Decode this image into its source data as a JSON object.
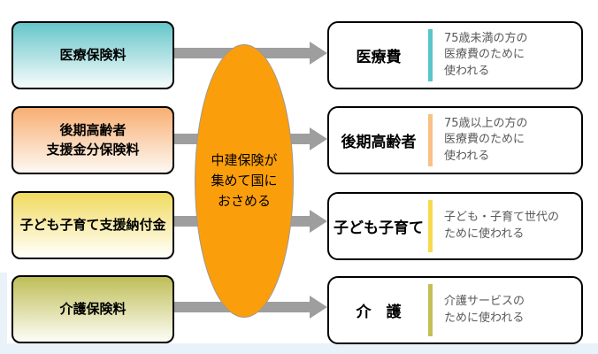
{
  "diagram": {
    "center": {
      "label": "中建保険が\n集めて国に\nおさめる",
      "fill_color": "#fb9e0c",
      "border_color": "#999999"
    },
    "arrow_color": "#9e9e9e",
    "page_edge_color": "#e9f2f9",
    "rows": [
      {
        "source": {
          "label": "医療保険料",
          "top_color": "#66c6ca",
          "bottom_color": "#f0f9f9"
        },
        "dest": {
          "title": "医療費",
          "divider_color": "#57c5c9",
          "desc": "75歳未満の方の\n医療費のために\n使われる"
        }
      },
      {
        "source": {
          "label": "後期高齢者\n支援金分保険料",
          "top_color": "#f8ae72",
          "bottom_color": "#fdf5ed"
        },
        "dest": {
          "title": "後期高齢者",
          "divider_color": "#f9c185",
          "desc": "75歳以上の方の\n医療費のために\n使われる"
        }
      },
      {
        "source": {
          "label": "子ども子育て支援納付金",
          "top_color": "#f1da5f",
          "bottom_color": "#fffef5"
        },
        "dest": {
          "title": "子ども子育て",
          "divider_color": "#f7d94f",
          "desc": "子ども・子育て世代の\nために使われる"
        }
      },
      {
        "source": {
          "label": "介護保険料",
          "top_color": "#bfbe58",
          "bottom_color": "#fafaef"
        },
        "dest": {
          "title": "介　護",
          "divider_color": "#c3bf55",
          "desc": "介護サービスの\nために使われる"
        }
      }
    ]
  }
}
